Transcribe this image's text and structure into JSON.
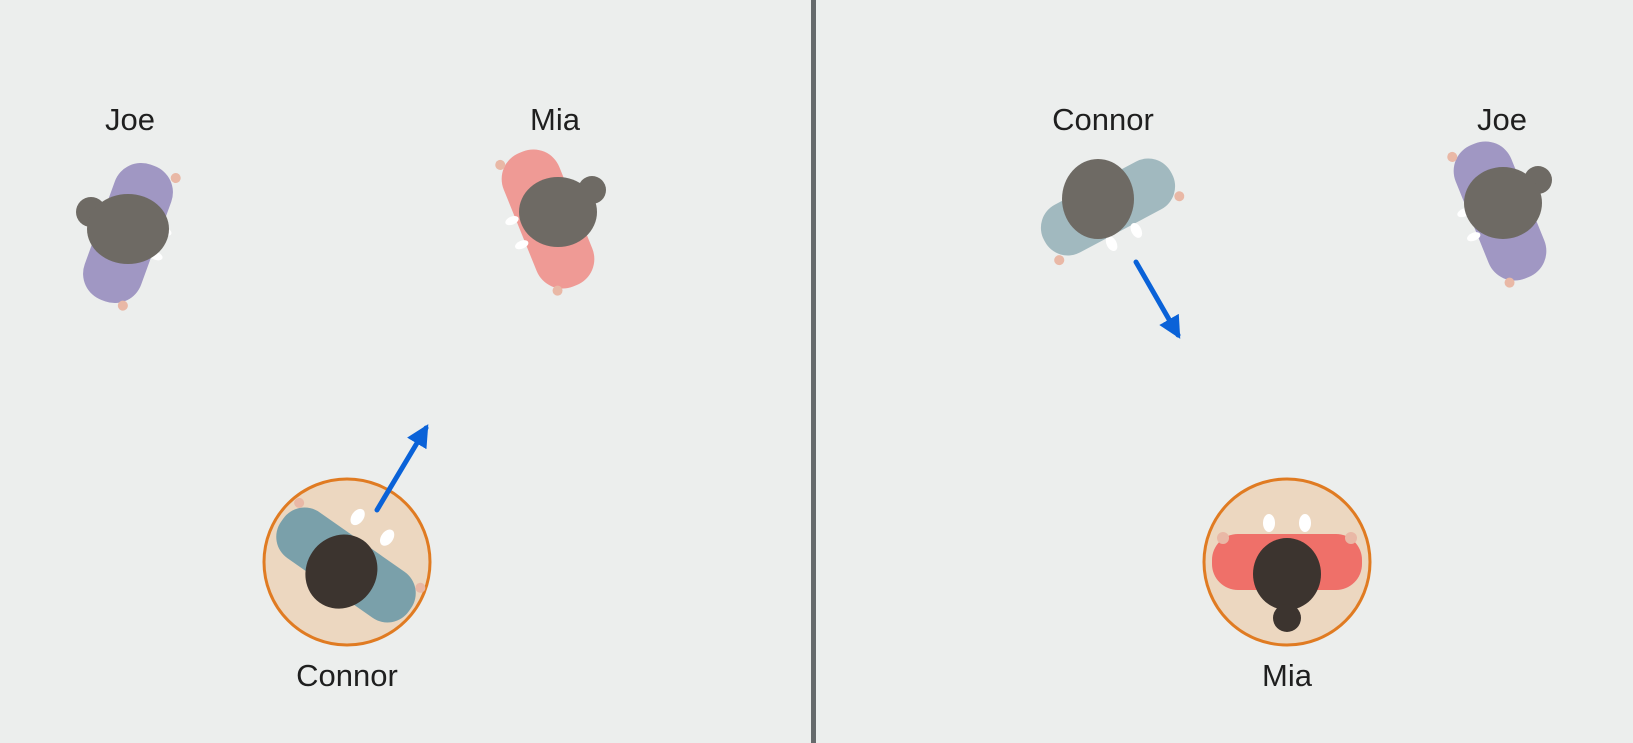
{
  "colors": {
    "background": "#eceeed",
    "divider": "#666a6c",
    "arrow": "#0a62d8",
    "highlight_ring": "#e07b22",
    "highlight_fill": "#ecd7c0",
    "hair_far": "#6e6a64",
    "hair_near": "#3c342f",
    "skin": "#e9b8a6",
    "shoe": "#ffffff"
  },
  "panels": [
    {
      "people": [
        {
          "name": "Joe",
          "label": "Joe",
          "outfit": "#a097c3",
          "facing": "right",
          "highlighted": false
        },
        {
          "name": "Mia",
          "label": "Mia",
          "outfit": "#ef9a95",
          "facing": "left",
          "highlighted": false
        },
        {
          "name": "Connor",
          "label": "Connor",
          "outfit": "#7aa0aa",
          "facing": "up",
          "highlighted": true
        }
      ],
      "arrow_points_to": "Mia"
    },
    {
      "people": [
        {
          "name": "Connor",
          "label": "Connor",
          "outfit": "#a1b9bf",
          "facing": "down",
          "highlighted": false
        },
        {
          "name": "Joe",
          "label": "Joe",
          "outfit": "#a097c3",
          "facing": "left",
          "highlighted": false
        },
        {
          "name": "Mia",
          "label": "Mia",
          "outfit": "#ef7069",
          "facing": "up",
          "highlighted": true
        }
      ],
      "arrow_points_to": "Mia"
    }
  ]
}
